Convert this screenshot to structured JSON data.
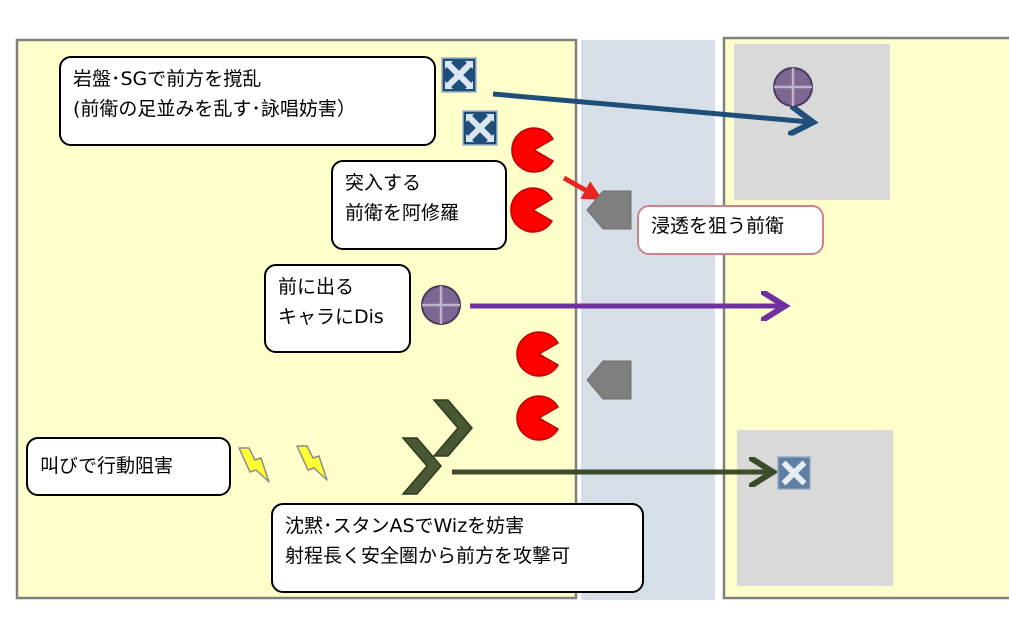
{
  "colors": {
    "field_yellow": "#ffffcc",
    "middle_lane": "#d6dfe8",
    "gray_zone": "#d9d9d9",
    "arrow_blue": "#1f4e79",
    "arrow_purple": "#7030a0",
    "arrow_olive": "#3d4a2b",
    "arrow_red": "#e8251f",
    "pacman_red": "#ff0000",
    "enemy_gray": "#7f7f7f",
    "lightning_yellow": "#ffff33"
  },
  "labels": {
    "rock_sg": [
      "岩盤･SGで前方を撹乱",
      "(前衛の足並みを乱す･詠唱妨害）"
    ],
    "charge": [
      "突入する",
      "前衛を阿修羅"
    ],
    "infiltrate": [
      "浸透を狙う前衛"
    ],
    "dis": [
      "前に出る",
      "キャラにDis"
    ],
    "shout": [
      "叫びで行動阻害"
    ],
    "silence": [
      "沈黙･スタンASでWizを妨害",
      "射程長く安全圏から前方を攻撃可"
    ]
  },
  "icons": {
    "cross_marker": "blue-cross-marker-icon",
    "circle_cross": "purple-crosshair-circle-icon",
    "pacman": "red-pacman-icon",
    "enemy_front": "gray-pentagon-icon",
    "lightning": "lightning-bolt-icon",
    "chevron": "olive-chevron-icon"
  }
}
